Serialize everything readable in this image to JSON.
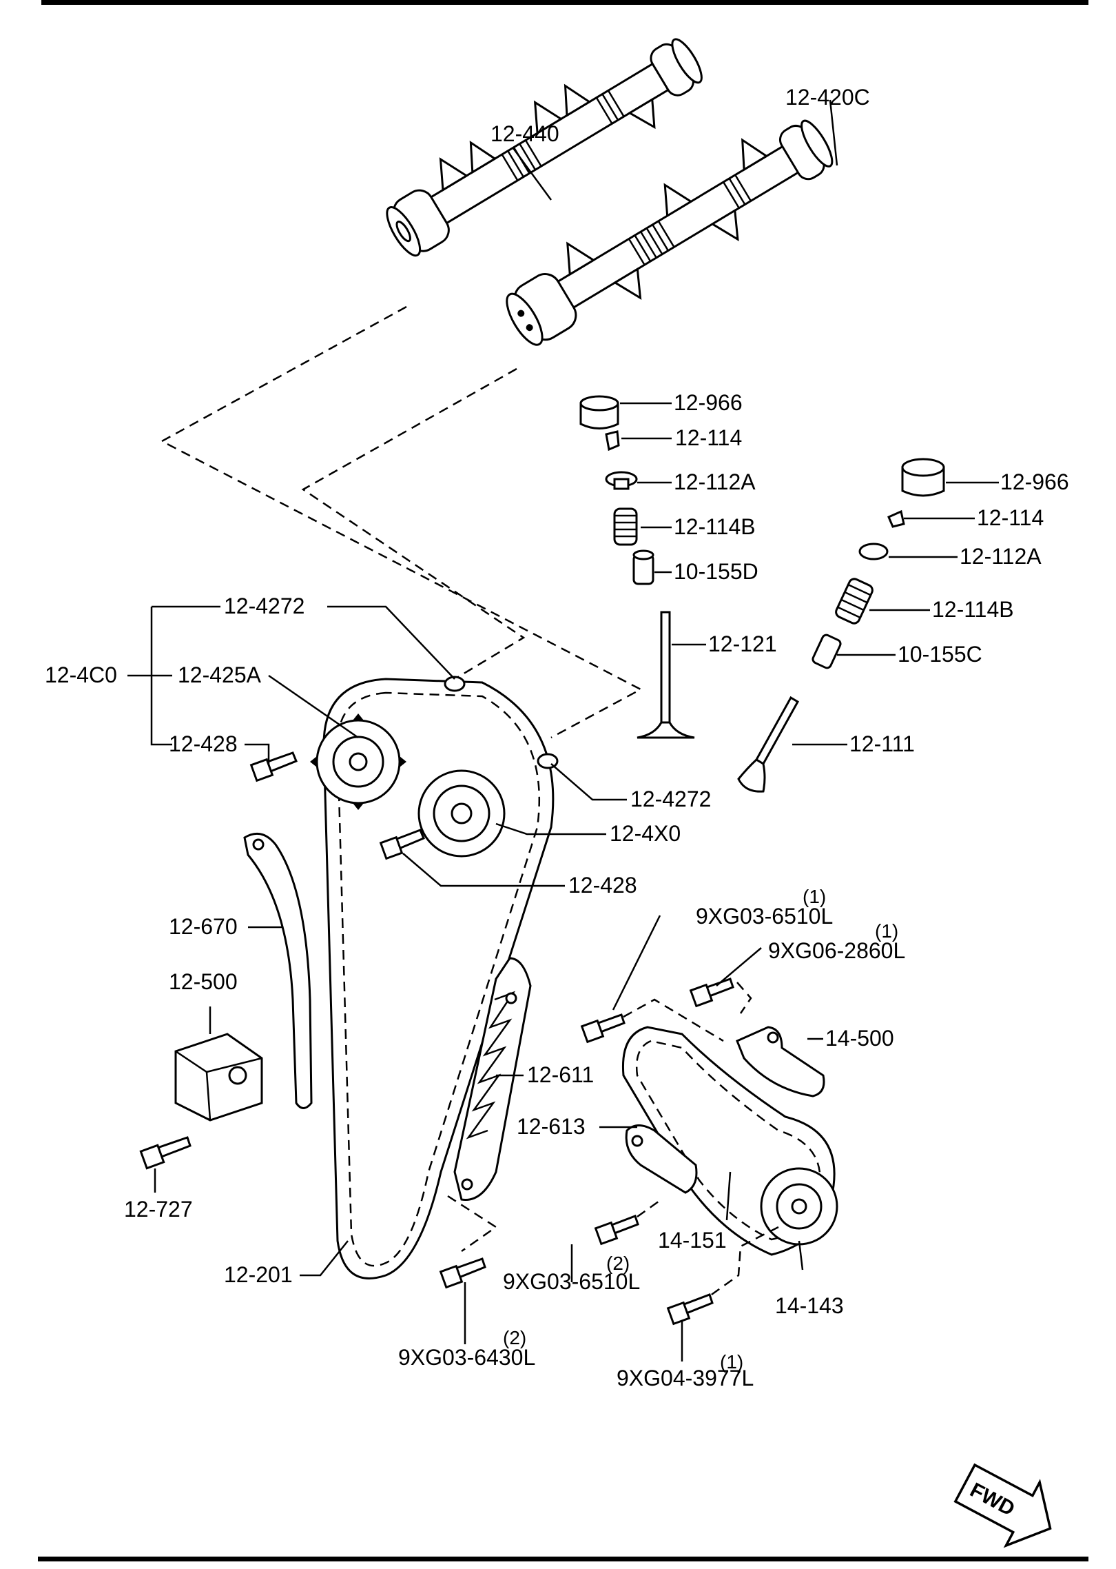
{
  "labels": {
    "l_12_440": "12-440",
    "l_12_420C": "12-420C",
    "l_12_966_a": "12-966",
    "l_12_114_a": "12-114",
    "l_12_112A_a": "12-112A",
    "l_12_114B_a": "12-114B",
    "l_10_155D": "10-155D",
    "l_12_121": "12-121",
    "l_12_966_b": "12-966",
    "l_12_114_b": "12-114",
    "l_12_112A_b": "12-112A",
    "l_12_114B_b": "12-114B",
    "l_10_155C": "10-155C",
    "l_12_111": "12-111",
    "l_12_4272_a": "12-4272",
    "l_12_4C0": "12-4C0",
    "l_12_425A": "12-425A",
    "l_12_428_a": "12-428",
    "l_12_4272_b": "12-4272",
    "l_12_4X0": "12-4X0",
    "l_12_428_b": "12-428",
    "l_12_670": "12-670",
    "l_12_500": "12-500",
    "l_12_727": "12-727",
    "l_12_611": "12-611",
    "l_12_613": "12-613",
    "l_12_201": "12-201",
    "l_9XG03_6510L_a": "9XG03-6510L",
    "l_9XG06_2860L": "9XG06-2860L",
    "l_14_500": "14-500",
    "l_14_151": "14-151",
    "l_14_143": "14-143",
    "l_9XG03_6510L_b": "9XG03-6510L",
    "l_9XG03_6430L": "9XG03-6430L",
    "l_9XG04_3977L": "9XG04-3977L"
  },
  "quantities": {
    "q_9XG03_6510L_a": "(1)",
    "q_9XG06_2860L": "(1)",
    "q_9XG03_6510L_b": "(2)",
    "q_9XG03_6430L": "(2)",
    "q_9XG04_3977L": "(1)"
  },
  "fwd_badge": "FWD"
}
